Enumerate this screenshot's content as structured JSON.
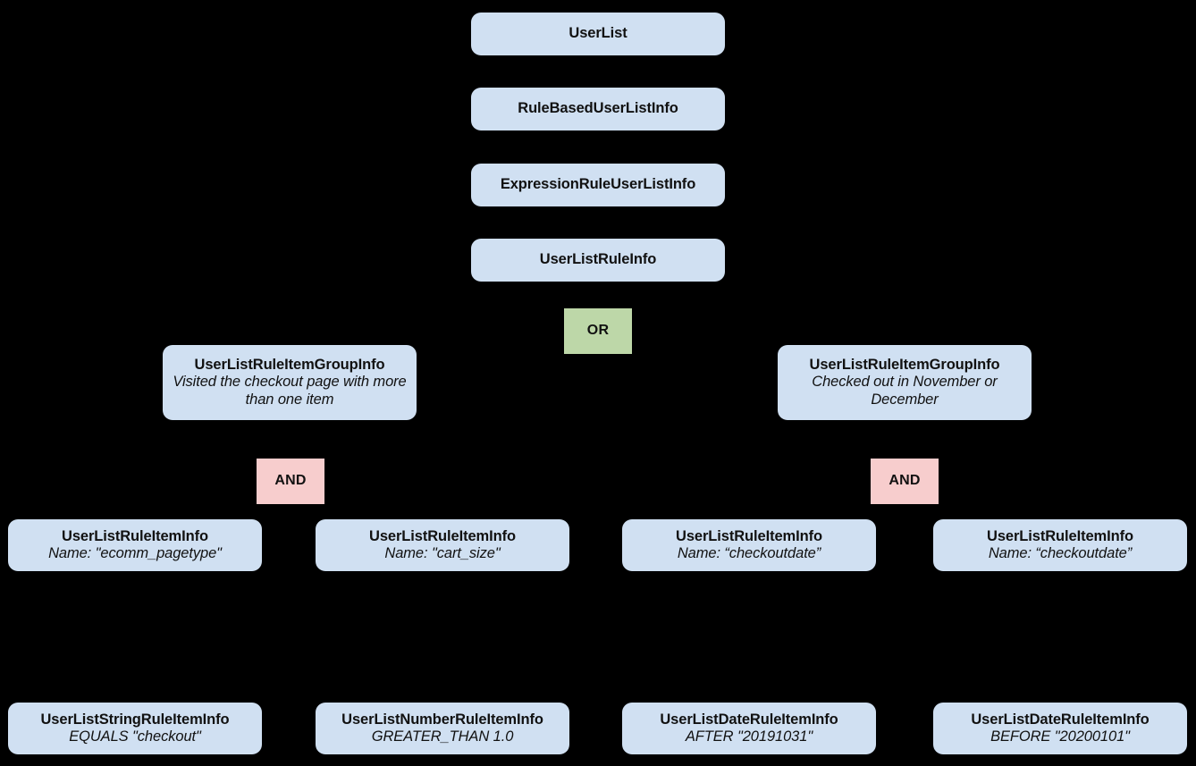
{
  "diagram": {
    "background_color": "#000000",
    "entity_fill": "#d0e0f2",
    "or_fill": "#bdd7a8",
    "and_fill": "#f7cdcd",
    "text_color": "#111111",
    "type": "hierarchy-tree"
  },
  "nodes": {
    "user_list": {
      "title": "UserList"
    },
    "rule_based_user_list_info": {
      "title": "RuleBasedUserListInfo"
    },
    "expression_rule_user_list_info": {
      "title": "ExpressionRuleUserListInfo"
    },
    "user_list_rule_info": {
      "title": "UserListRuleInfo"
    },
    "or_operator": {
      "label": "OR"
    },
    "group_left": {
      "title": "UserListRuleItemGroupInfo",
      "subtitle": "Visited the checkout page with more than one item"
    },
    "group_right": {
      "title": "UserListRuleItemGroupInfo",
      "subtitle": "Checked out in November or December"
    },
    "and_left": {
      "label": "AND"
    },
    "and_right": {
      "label": "AND"
    },
    "item_1": {
      "title": "UserListRuleItemInfo",
      "subtitle": "Name: \"ecomm_pagetype\""
    },
    "item_2": {
      "title": "UserListRuleItemInfo",
      "subtitle": "Name: \"cart_size\""
    },
    "item_3": {
      "title": "UserListRuleItemInfo",
      "subtitle": "Name: “checkoutdate”"
    },
    "item_4": {
      "title": "UserListRuleItemInfo",
      "subtitle": "Name: “checkoutdate”"
    },
    "leaf_1": {
      "title": "UserListStringRuleItemInfo",
      "subtitle": "EQUALS \"checkout\""
    },
    "leaf_2": {
      "title": "UserListNumberRuleItemInfo",
      "subtitle": "GREATER_THAN 1.0"
    },
    "leaf_3": {
      "title": "UserListDateRuleItemInfo",
      "subtitle": "AFTER \"20191031\""
    },
    "leaf_4": {
      "title": "UserListDateRuleItemInfo",
      "subtitle": "BEFORE \"20200101\""
    }
  }
}
